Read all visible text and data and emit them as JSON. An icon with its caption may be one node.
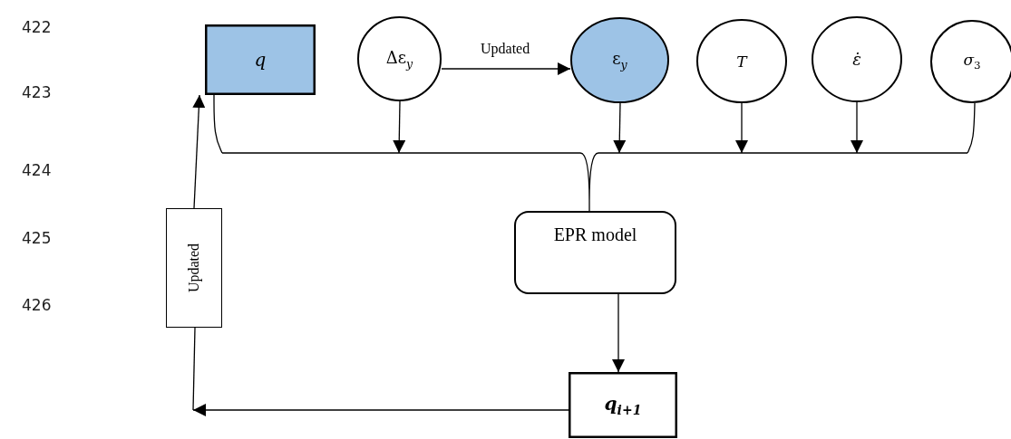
{
  "diagram": {
    "nodes": [
      {
        "text": [
          "q"
        ]
      },
      {
        "text": [
          "Δε$_{y}$"
        ]
      },
      {
        "text": [
          "ε$_{y}$"
        ]
      },
      {
        "text": [
          "T"
        ]
      },
      {
        "text": [
          "ε̇"
        ]
      },
      {
        "text": [
          "σ$_{3}$"
        ]
      },
      {
        "text": [],
        "shape": "bracket"
      },
      {
        "text": [
          "EPR model"
        ]
      },
      {
        "text": [
          "Updated"
        ]
      },
      {
        "text": [
          "q$_{i+1}$"
        ]
      }
    ],
    "edges": [
      {
        "from": 1,
        "to": 2,
        "arrow": "to",
        "label": "Updated"
      },
      {
        "from": 0,
        "to": 6,
        "arrow": "none"
      },
      {
        "from": 1,
        "to": 6,
        "arrow": "to"
      },
      {
        "from": 2,
        "to": 6,
        "arrow": "to"
      },
      {
        "from": 3,
        "to": 6,
        "arrow": "to"
      },
      {
        "from": 4,
        "to": 6,
        "arrow": "to"
      },
      {
        "from": 5,
        "to": 6,
        "arrow": "none"
      },
      {
        "from": 6,
        "to": 7,
        "arrow": "none"
      },
      {
        "from": 7,
        "to": 9,
        "arrow": "to"
      },
      {
        "from": 9,
        "to": null,
        "arrow": "to"
      },
      {
        "from": null,
        "to": 8,
        "arrow": "none"
      },
      {
        "from": 8,
        "to": 0,
        "arrow": "to"
      }
    ],
    "labels": [
      "422",
      "423",
      "424",
      "425",
      "426"
    ]
  }
}
